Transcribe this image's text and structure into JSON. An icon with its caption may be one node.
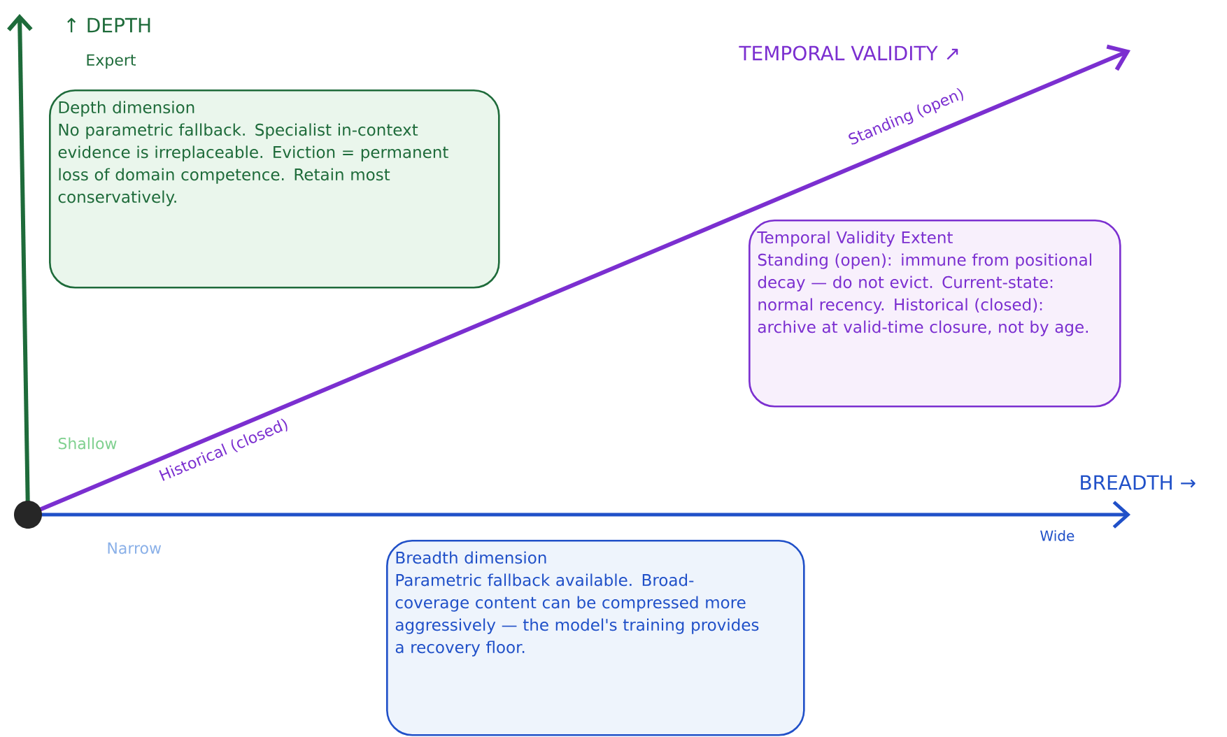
{
  "diagram": {
    "nodes": [
      {
        "text": [
          "Depth dimension",
          "No parametric fallback. Specialist in-context evidence is irreplaceable. Eviction = permanent loss of domain competence. Retain most conservatively."
        ]
      },
      {
        "text": [
          "Temporal Validity Extent",
          "Standing (open): immune from positional decay — do not evict. Current-state: normal recency. Historical (closed): archive at valid-time closure, not by age."
        ]
      },
      {
        "text": [
          "Breadth dimension",
          "Parametric fallback available. Broad-coverage content can be compressed more aggressively — the model's training provides a recovery floor."
        ]
      }
    ],
    "edges": [],
    "labels": [
      "↑ DEPTH",
      "Expert",
      "TEMPORAL VALIDITY ↗",
      "Standing (open)",
      "Shallow",
      "Historical (closed)",
      "BREADTH →",
      "Narrow",
      "Wide"
    ]
  }
}
